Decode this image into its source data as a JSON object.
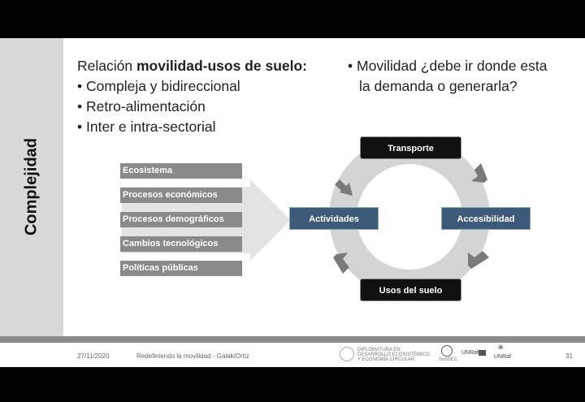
{
  "slide": {
    "side_title": "Complejidad",
    "heading_prefix": "Relación ",
    "heading_bold": "movilidad-usos de suelo:",
    "bullets": [
      "Compleja y bidireccional",
      "Retro-alimentación",
      "Inter e intra-sectorial"
    ],
    "right_bullet_line1": "Movilidad ¿debe ir donde esta",
    "right_bullet_line2": "la demanda o generarla?",
    "bullet_glyph": "•"
  },
  "factors": [
    "Ecosistema",
    "Procesos económicos",
    "Procesos demográficos",
    "Cambios tecnológicos",
    "Políticas públicas"
  ],
  "cycle": {
    "top": "Transporte",
    "right": "Accesibilidad",
    "bottom": "Usos del suelo",
    "left": "Actividades"
  },
  "footer": {
    "date": "27/11/2020",
    "subtitle": "Redefiniendo la movilidad - Galak/Ortiz",
    "diplomatura_line1": "DIPLOMATURA EN",
    "diplomatura_line2": "DESARROLLO ECOSISTÉMICO",
    "diplomatura_line3": "Y ECONOMÍA CIRCULAR",
    "logo2": "SubSEC",
    "logo3": "UNRaf",
    "logo4": "UNRaf",
    "page": "31"
  },
  "colors": {
    "node_dark": "#111111",
    "node_blue": "#3d5a7a",
    "ring": "#d4d4d4",
    "arrow": "#7a7a7a",
    "factor": "#8a8a8a"
  }
}
